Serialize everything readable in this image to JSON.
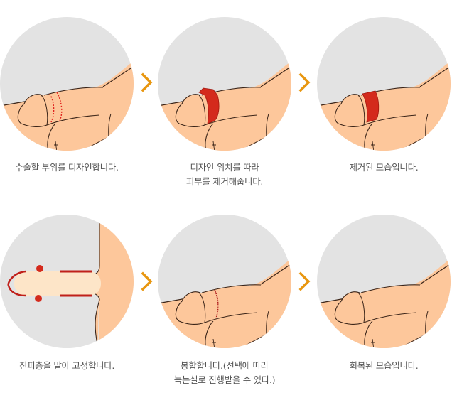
{
  "colors": {
    "background": "#ffffff",
    "circle_bg": "#e3e3e3",
    "skin": "#fdc79b",
    "skin_light": "#fde5c8",
    "outline": "#3a2418",
    "incision": "#e0221e",
    "band": "#d42a1c",
    "arrow": "#e8960f",
    "caption_text": "#555555"
  },
  "steps": [
    {
      "id": 1,
      "caption_line1": "수술할 부위를 디자인합니다.",
      "caption_line2": "",
      "illustration": "design-incision-lines"
    },
    {
      "id": 2,
      "caption_line1": "디자인 위치를 따라",
      "caption_line2": "피부를 제거해줍니다.",
      "illustration": "skin-removal"
    },
    {
      "id": 3,
      "caption_line1": "제거된 모습입니다.",
      "caption_line2": "",
      "illustration": "removed-skin-band"
    },
    {
      "id": 4,
      "caption_line1": "진피층을 말아 고정합니다.",
      "caption_line2": "",
      "illustration": "dermis-rolled-fixation"
    },
    {
      "id": 5,
      "caption_line1": "봉합합니다.(선택에 따라",
      "caption_line2": "녹는실로 진행받을 수 있다.)",
      "illustration": "sutured"
    },
    {
      "id": 6,
      "caption_line1": "회복된 모습입니다.",
      "caption_line2": "",
      "illustration": "recovered"
    }
  ],
  "arrows": [
    {
      "icon": "chevron-right-icon"
    },
    {
      "icon": "chevron-right-icon"
    },
    {
      "icon": "chevron-right-icon"
    },
    {
      "icon": "chevron-right-icon"
    }
  ]
}
